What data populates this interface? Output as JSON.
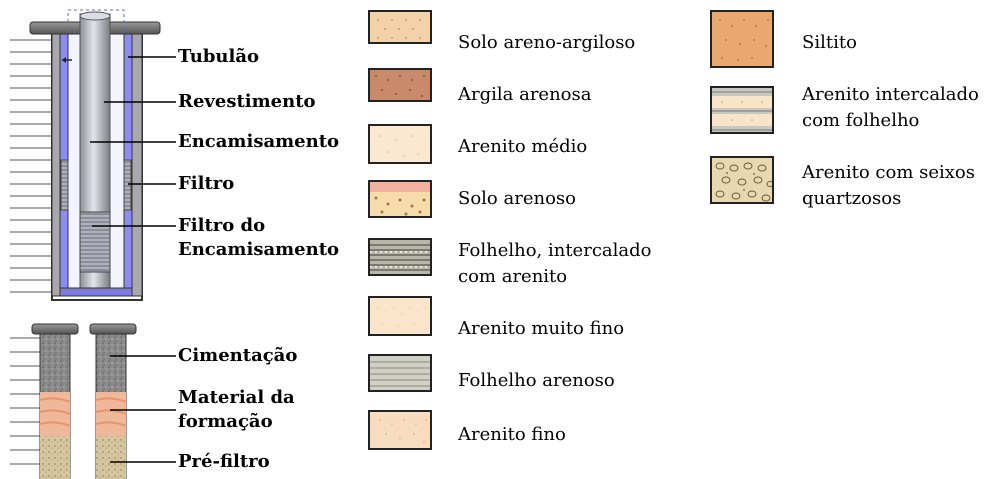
{
  "well_labels": {
    "tubulao": "Tubulão",
    "revestimento": "Revestimento",
    "encamisamento": "Encamisamento",
    "filtro": "Filtro",
    "filtro_encamisamento_1": "Filtro do",
    "filtro_encamisamento_2": "Encamisamento",
    "cimentacao": "Cimentação",
    "material_formacao_1": "Material da",
    "material_formacao_2": "formação",
    "pre_filtro": "Pré-filtro"
  },
  "legend": [
    {
      "label_1": "Solo areno-argiloso",
      "label_2": ""
    },
    {
      "label_1": "Argila arenosa",
      "label_2": ""
    },
    {
      "label_1": "Arenito médio",
      "label_2": ""
    },
    {
      "label_1": "Solo arenoso",
      "label_2": ""
    },
    {
      "label_1": "Folhelho, intercalado",
      "label_2": "com arenito"
    },
    {
      "label_1": "Arenito muito fino",
      "label_2": ""
    },
    {
      "label_1": "Folhelho arenoso",
      "label_2": ""
    },
    {
      "label_1": "Arenito fino",
      "label_2": ""
    },
    {
      "label_1": "Siltito",
      "label_2": ""
    },
    {
      "label_1": "Arenito intercalado",
      "label_2": "com folhelho"
    },
    {
      "label_1": "Arenito com seixos",
      "label_2": "quartzosos"
    }
  ],
  "colors": {
    "casing_blue": "#8c8cf2",
    "pipe_gray": "#b9b9bf",
    "cement_gray": "#8a8a8a",
    "formation_pink": "#f0b89a",
    "prefilter_sand": "#d8c8a0"
  }
}
